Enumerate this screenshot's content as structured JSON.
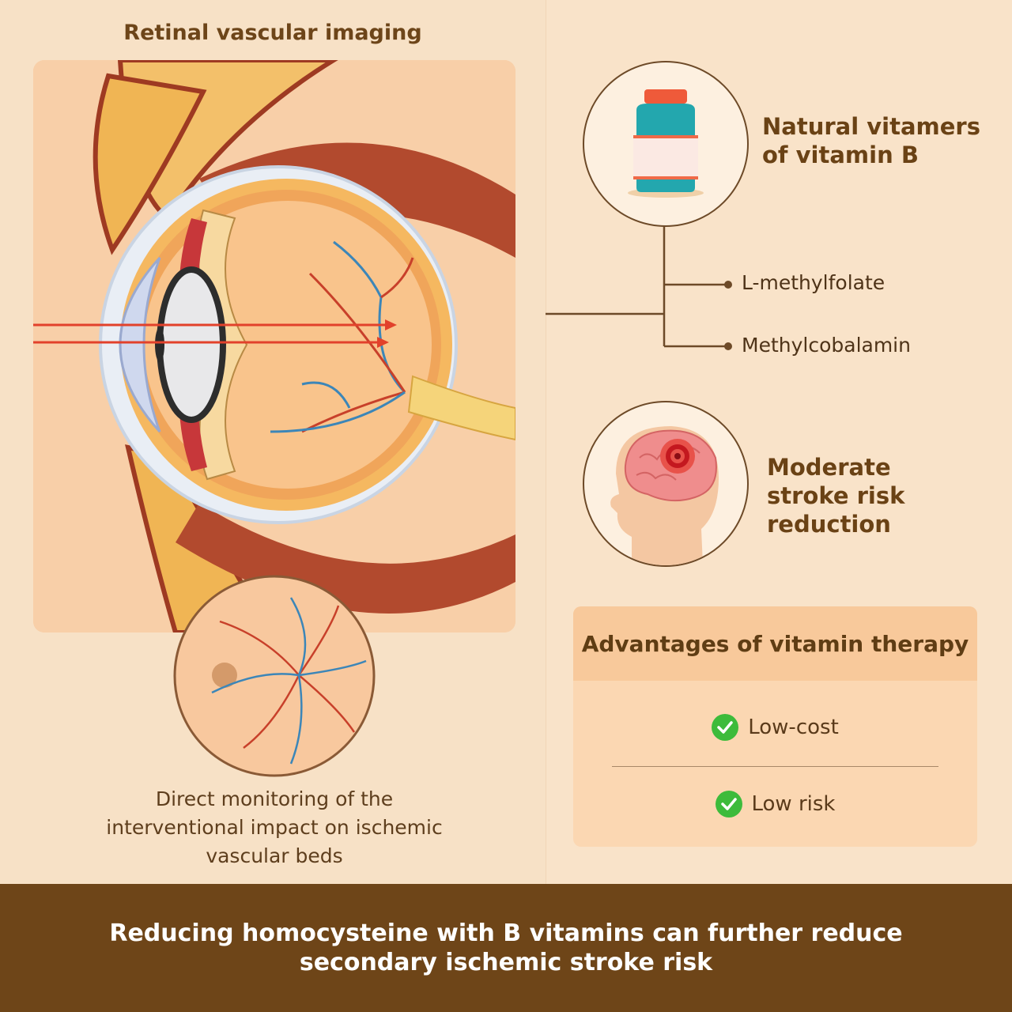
{
  "left": {
    "title": "Retinal vascular imaging",
    "caption": "Direct monitoring of the interventional impact on ischemic vascular beds"
  },
  "right": {
    "vitamers": {
      "heading": "Natural vitamers of vitamin B",
      "items": [
        "L-methylfolate",
        "Methylcobalamin"
      ],
      "icon": "vitamin-bottle-icon"
    },
    "stroke": {
      "heading": "Moderate stroke risk reduction",
      "icon": "brain-head-icon"
    },
    "advantages": {
      "heading": "Advantages of vitamin therapy",
      "items": [
        "Low-cost",
        "Low risk"
      ],
      "check_color": "#3dbb3b"
    }
  },
  "footer": {
    "text": "Reducing homocysteine with B vitamins can further reduce secondary ischemic stroke risk"
  },
  "colors": {
    "background": "#f8e2c6",
    "footer": "#6e4518",
    "heading": "#6a4215",
    "card_header": "#f8c99b",
    "vessel_red": "#c8402a",
    "vessel_blue": "#3c86b8"
  }
}
